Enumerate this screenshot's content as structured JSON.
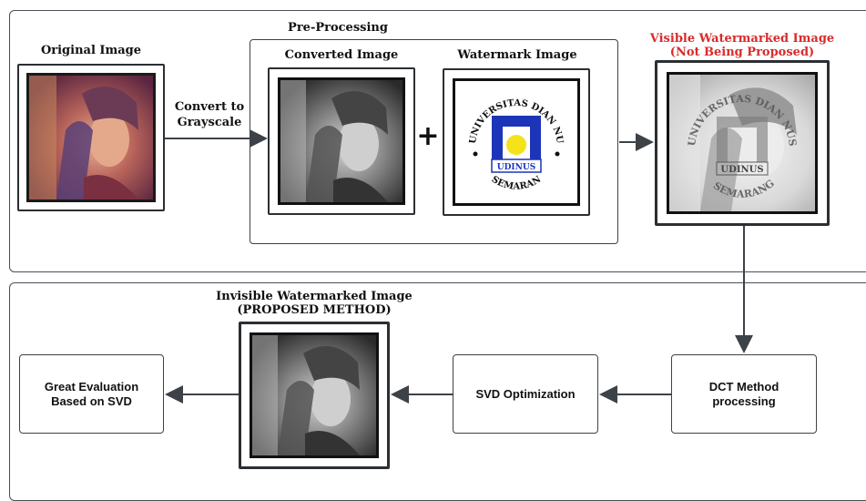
{
  "labels": {
    "original_image": "Original Image",
    "convert_to": "Convert to",
    "grayscale": "Grayscale",
    "pre_processing": "Pre-Processing",
    "converted_image": "Converted Image",
    "watermark_image": "Watermark Image",
    "plus": "+",
    "visible_watermarked_line1": "Visible Watermarked Image",
    "visible_watermarked_line2": "(Not Being Proposed)",
    "invisible_watermarked_line1": "Invisible Watermarked Image",
    "invisible_watermarked_line2": "(PROPOSED METHOD)"
  },
  "processes": {
    "dct": "DCT Method\nprocessing",
    "svd_opt": "SVD Optimization",
    "evaluation": "Great Evaluation\nBased on SVD"
  },
  "logo": {
    "ring_text_top": "UNIVERSITAS DIAN NUSWANTORO",
    "ring_text_bottom": "SEMARANG",
    "abbr": "UDINUS"
  },
  "colors": {
    "accent_red": "#d92b2b",
    "logo_blue": "#1c35b8",
    "logo_yellow": "#f4e31a",
    "arrow": "#3d4248"
  }
}
